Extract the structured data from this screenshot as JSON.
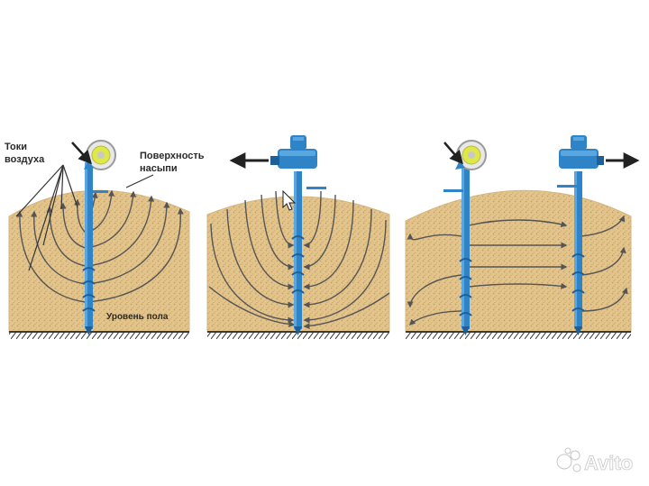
{
  "labels": {
    "air_currents_line1": "Токи",
    "air_currents_line2": "воздуха",
    "surface_line1": "Поверхность",
    "surface_line2": "насыпи",
    "floor_level": "Уровень пола"
  },
  "watermark": {
    "text": "Avito"
  },
  "colors": {
    "grain": "#e3c48c",
    "grain_dark": "#c79f5e",
    "pipe": "#2f83c7",
    "pipe_dark": "#1d5f98",
    "flow_line": "#555555",
    "ground": "#3a3a3a"
  },
  "panels": [
    {
      "id": "panel-1",
      "mode": "blowing",
      "fan": "radial"
    },
    {
      "id": "panel-2",
      "mode": "suction",
      "fan": "axial"
    },
    {
      "id": "panel-3",
      "mode": "horizontal",
      "fan": "radial+axial"
    }
  ]
}
